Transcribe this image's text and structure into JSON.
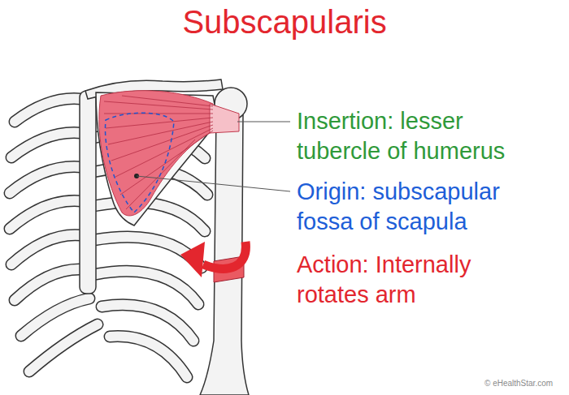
{
  "diagram": {
    "title": "Subscapularis",
    "labels": [
      "Insertion: lesser tubercle of humerus",
      "Origin: subscapular fossa of scapula",
      "Action: Internally rotates arm",
      "© eHealthStar.com"
    ]
  }
}
